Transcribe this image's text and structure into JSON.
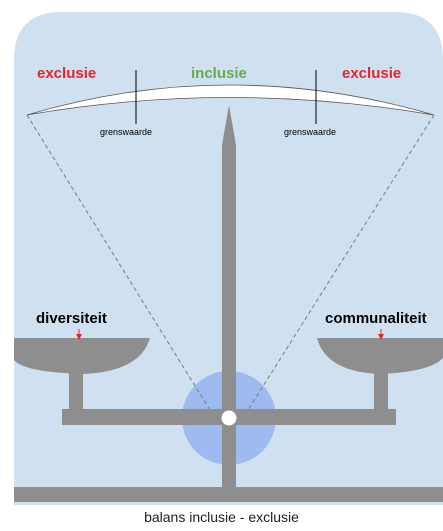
{
  "labels": {
    "exclusion_left": "exclusie",
    "inclusion": "inclusie",
    "exclusion_right": "exclusie",
    "threshold_left": "grenswaarde",
    "threshold_right": "grenswaarde",
    "pan_left": "diversiteit",
    "pan_right": "communaliteit"
  },
  "caption": "balans inclusie - exclusie",
  "colors": {
    "background_panel": "#cfe0f0",
    "beam_gray": "#8e8e8e",
    "exclusion_red": "#e32629",
    "inclusion_green": "#6aaa4e",
    "pivot_circle": "#9dbbef",
    "pointer_arrow": "#e32629"
  }
}
